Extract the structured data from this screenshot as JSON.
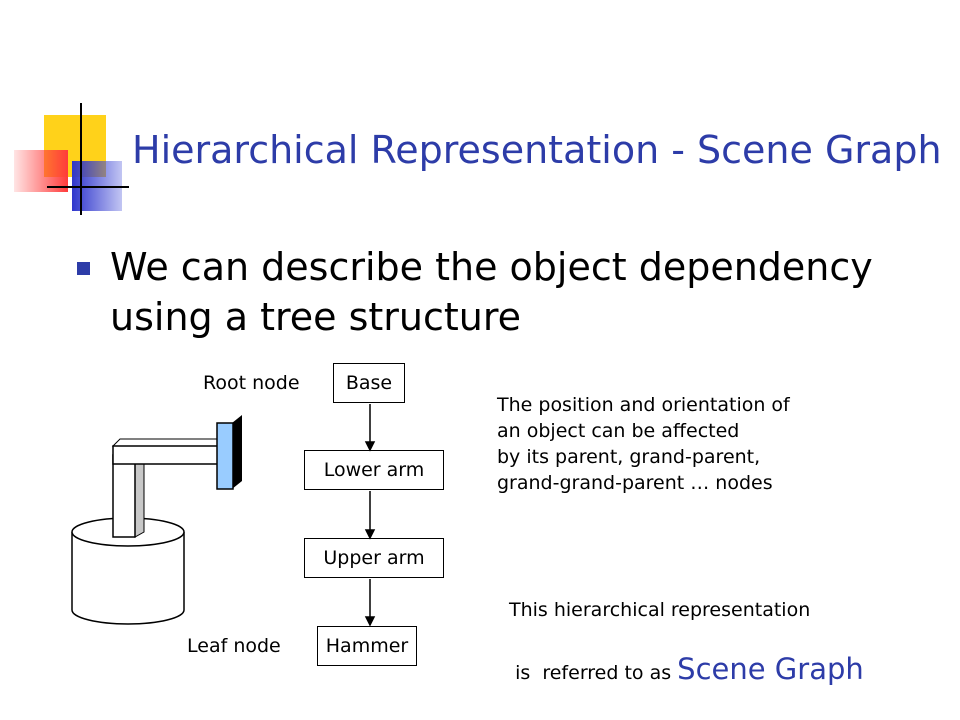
{
  "slide": {
    "title": "Hierarchical Representation - Scene Graph",
    "bullet": "We can describe the object dependency using a tree structure"
  },
  "tree": {
    "root_label": "Root node",
    "leaf_label": "Leaf node",
    "nodes": [
      "Base",
      "Lower arm",
      "Upper arm",
      "Hammer"
    ]
  },
  "notes": {
    "influence_lines": [
      "The position and orientation of",
      "an object can be affected",
      "by its parent, grand-parent,",
      "grand-grand-parent … nodes"
    ],
    "scene_graph_line1": "This hierarchical representation",
    "scene_graph_prefix": "is  referred to as ",
    "scene_graph_term": "Scene Graph"
  },
  "colors": {
    "title": "#2d3ca8",
    "accent_yellow": "#ffd21a",
    "accent_red": "#ff4d4d",
    "accent_blue": "#2f36cc",
    "arm_head": "#99ccff"
  }
}
